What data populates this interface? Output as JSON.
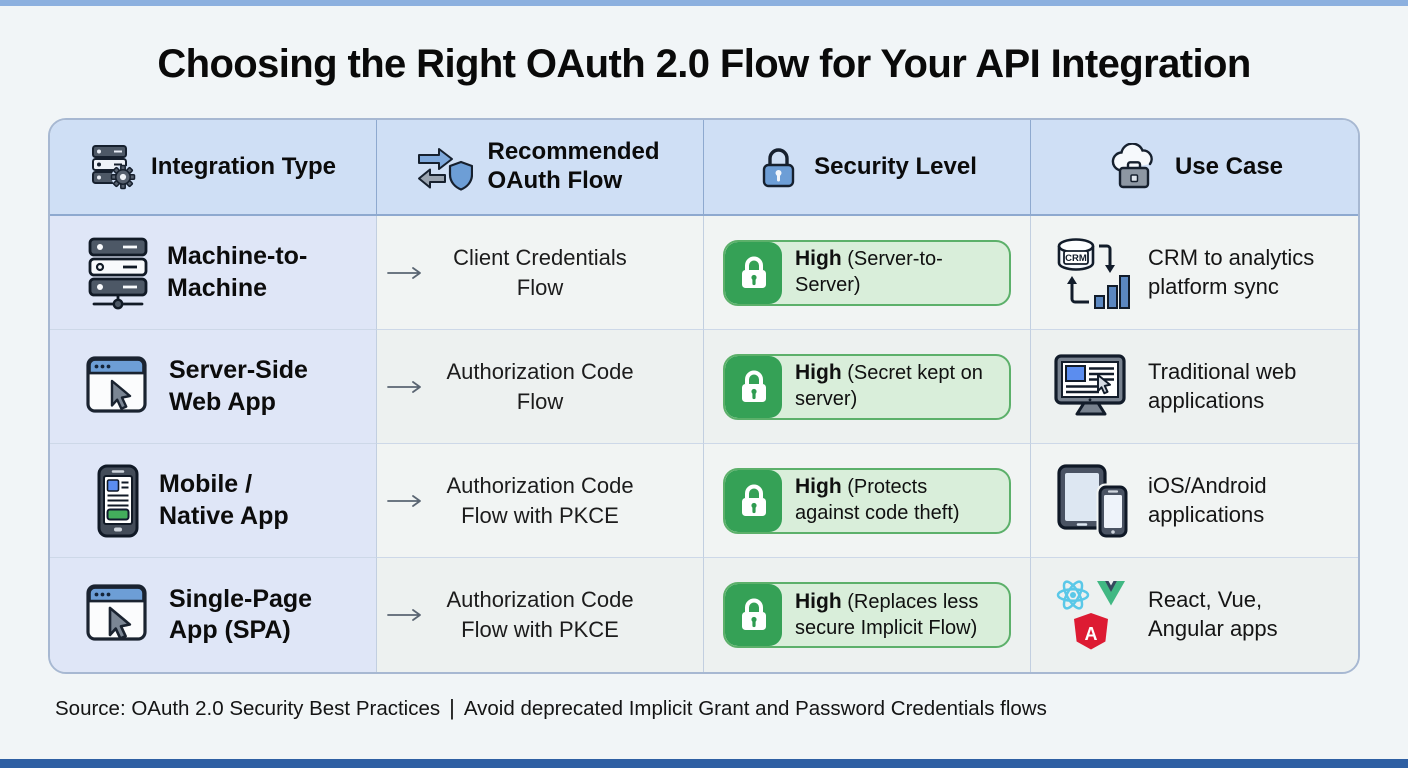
{
  "title": "Choosing the Right OAuth 2.0 Flow for Your API Integration",
  "table": {
    "columns": [
      {
        "label": "Integration Type",
        "icon": "server-gear-icon"
      },
      {
        "label": "Recommended OAuth Flow",
        "icon": "sync-arrows-shield-icon"
      },
      {
        "label": "Security Level",
        "icon": "padlock-icon"
      },
      {
        "label": "Use Case",
        "icon": "cloud-briefcase-icon"
      }
    ],
    "rows": [
      {
        "integration_type": "Machine-to-Machine",
        "type_icon": "server-stack-icon",
        "oauth_flow": "Client Credentials Flow",
        "security_level": "High",
        "security_detail": "(Server-to-Server)",
        "use_case": "CRM to analytics platform sync",
        "use_case_icon": "crm-analytics-sync-icon"
      },
      {
        "integration_type": "Server-Side Web App",
        "type_icon": "browser-cursor-icon",
        "oauth_flow": "Authorization Code Flow",
        "security_level": "High",
        "security_detail": "(Secret kept on server)",
        "use_case": "Traditional web applications",
        "use_case_icon": "desktop-monitor-icon"
      },
      {
        "integration_type": "Mobile / Native App",
        "type_icon": "smartphone-icon",
        "oauth_flow": "Authorization Code Flow with PKCE",
        "security_level": "High",
        "security_detail": "(Protects against code theft)",
        "use_case": "iOS/Android applications",
        "use_case_icon": "tablet-phone-icon"
      },
      {
        "integration_type": "Single-Page App (SPA)",
        "type_icon": "browser-cursor-icon",
        "oauth_flow": "Authorization Code Flow with PKCE",
        "security_level": "High",
        "security_detail": "(Replaces less secure Implicit Flow)",
        "use_case": "React, Vue, Angular apps",
        "use_case_icon": "framework-logos-icon"
      }
    ]
  },
  "icon_text": {
    "crm": "CRM",
    "angular_letter": "A"
  },
  "footer": {
    "source": "Source: OAuth 2.0 Security Best Practices",
    "divider": "|",
    "note": "Avoid deprecated Implicit Grant and Password Credentials flows"
  },
  "colors": {
    "header_bg": "#cfdff5",
    "type_column_bg": "#dfe6f7",
    "body_bg": "#eff2f1",
    "badge_green": "#35a156",
    "badge_light_bg": "#d9eeda",
    "badge_border": "#5cb06a",
    "accent_blue": "#5b8def",
    "react_blue": "#5ac8e8",
    "vue_green": "#41b883",
    "angular_red": "#dd1b33",
    "top_strip": "#8cb0df",
    "bottom_strip": "#2e5fa3"
  }
}
